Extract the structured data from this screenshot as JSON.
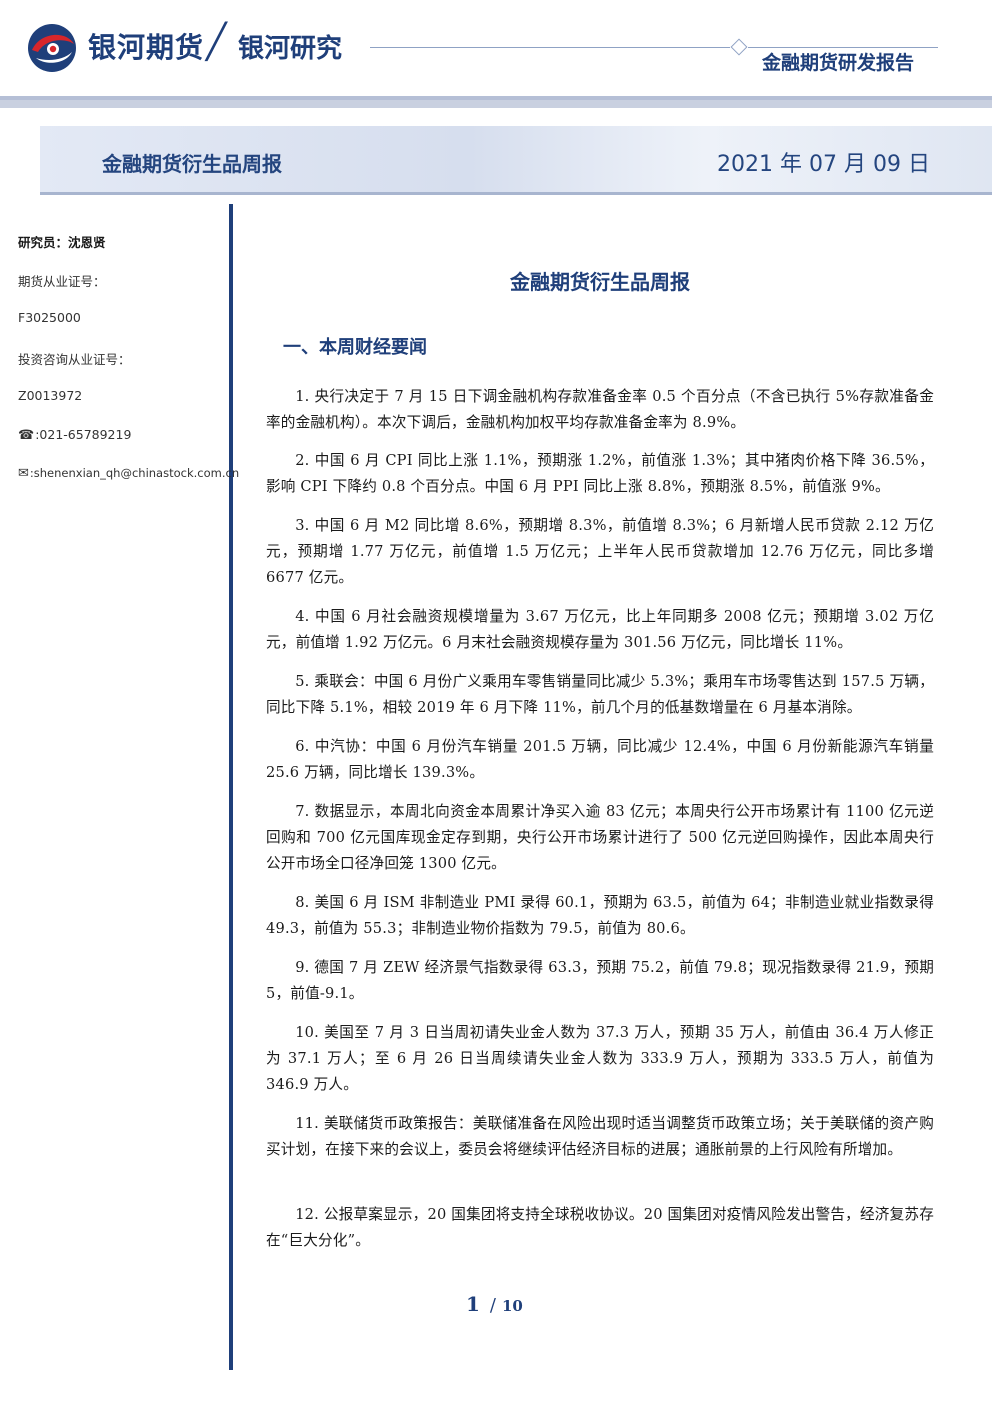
{
  "header": {
    "brand": "银河期货",
    "sub_brand": "银河研究",
    "report_type": "金融期货研发报告"
  },
  "banner": {
    "title": "金融期货衍生品周报",
    "date": "2021 年 07 月 09 日"
  },
  "sidebar": {
    "researcher": "研究员：沈恩贤",
    "license_label": "期货从业证号：",
    "license_no": "F3025000",
    "advisory_label": "投资咨询从业证号：",
    "advisory_no": "Z0013972",
    "phone_icon": "☎",
    "phone": ":021-65789219",
    "email_icon": "✉",
    "email": ":shenenxian_qh@chinastock.com.cn"
  },
  "document": {
    "title": "金融期货衍生品周报",
    "section": "一、本周财经要闻",
    "items": [
      "1. 央行决定于 7 月 15 日下调金融机构存款准备金率 0.5 个百分点（不含已执行 5%存款准备金率的金融机构）。本次下调后，金融机构加权平均存款准备金率为 8.9%。",
      "2. 中国 6 月 CPI 同比上涨 1.1%，预期涨 1.2%，前值涨 1.3%；其中猪肉价格下降 36.5%，影响 CPI 下降约 0.8 个百分点。中国 6 月 PPI 同比上涨 8.8%，预期涨 8.5%，前值涨 9%。",
      "3. 中国 6 月 M2 同比增 8.6%，预期增 8.3%，前值增 8.3%；6 月新增人民币贷款 2.12 万亿元，预期增 1.77 万亿元，前值增 1.5 万亿元；上半年人民币贷款增加 12.76 万亿元，同比多增 6677 亿元。",
      "4. 中国 6 月社会融资规模增量为 3.67 万亿元，比上年同期多 2008 亿元；预期增 3.02 万亿元，前值增 1.92 万亿元。6 月末社会融资规模存量为 301.56 万亿元，同比增长 11%。",
      "5. 乘联会：中国 6 月份广义乘用车零售销量同比减少 5.3%；乘用车市场零售达到 157.5 万辆，同比下降 5.1%，相较 2019 年 6 月下降 11%，前几个月的低基数增量在 6 月基本消除。",
      "6. 中汽协：中国 6 月份汽车销量 201.5 万辆，同比减少 12.4%，中国 6 月份新能源汽车销量 25.6 万辆，同比增长 139.3%。",
      "7. 数据显示，本周北向资金本周累计净买入逾 83 亿元；本周央行公开市场累计有 1100 亿元逆回购和 700 亿元国库现金定存到期，央行公开市场累计进行了 500 亿元逆回购操作，因此本周央行公开市场全口径净回笼 1300 亿元。",
      "8. 美国 6 月 ISM 非制造业 PMI 录得 60.1，预期为 63.5，前值为 64；非制造业就业指数录得 49.3，前值为 55.3；非制造业物价指数为 79.5，前值为 80.6。",
      "9. 德国 7 月 ZEW 经济景气指数录得 63.3，预期 75.2，前值 79.8；现况指数录得 21.9，预期 5，前值-9.1。",
      "10. 美国至 7 月 3 日当周初请失业金人数为 37.3 万人，预期 35 万人，前值由 36.4 万人修正为 37.1 万人；至 6 月 26 日当周续请失业金人数为 333.9 万人，预期为 333.5 万人，前值为 346.9 万人。",
      "11. 美联储货币政策报告：美联储准备在风险出现时适当调整货币政策立场；关于美联储的资产购买计划，在接下来的会议上，委员会将继续评估经济目标的进展；通胀前景的上行风险有所增加。",
      "12. 公报草案显示，20 国集团将支持全球税收协议。20 国集团对疫情风险发出警告，经济复苏存在“巨大分化”。"
    ]
  },
  "pagination": {
    "current": "1",
    "separator": "/",
    "total": "10"
  },
  "colors": {
    "brand_navy": "#1f3f7a",
    "logo_red": "#d7262b",
    "banner_bg": "#dfe6f2"
  }
}
